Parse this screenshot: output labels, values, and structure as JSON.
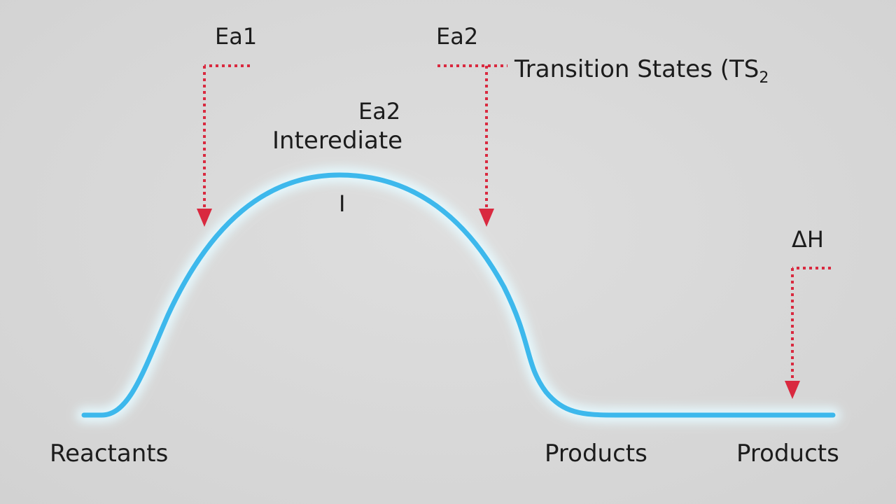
{
  "labels": {
    "ea1": "Ea1",
    "ea2_top": "Ea2",
    "ea2_mid": "Ea2",
    "transition_states": "Transition States (TS",
    "transition_states_subscript": "2",
    "intermediate": "Interediate",
    "intermediate_marker": "I",
    "delta_h": "ΔH",
    "reactants": "Reactants",
    "products_1": "Products",
    "products_2": "Products"
  },
  "colors": {
    "background": "#d8d8d8",
    "curve": "#3db8ec",
    "curve_glow": "#dff8ff",
    "arrow": "#d9293f",
    "text": "#1c1c1c"
  }
}
